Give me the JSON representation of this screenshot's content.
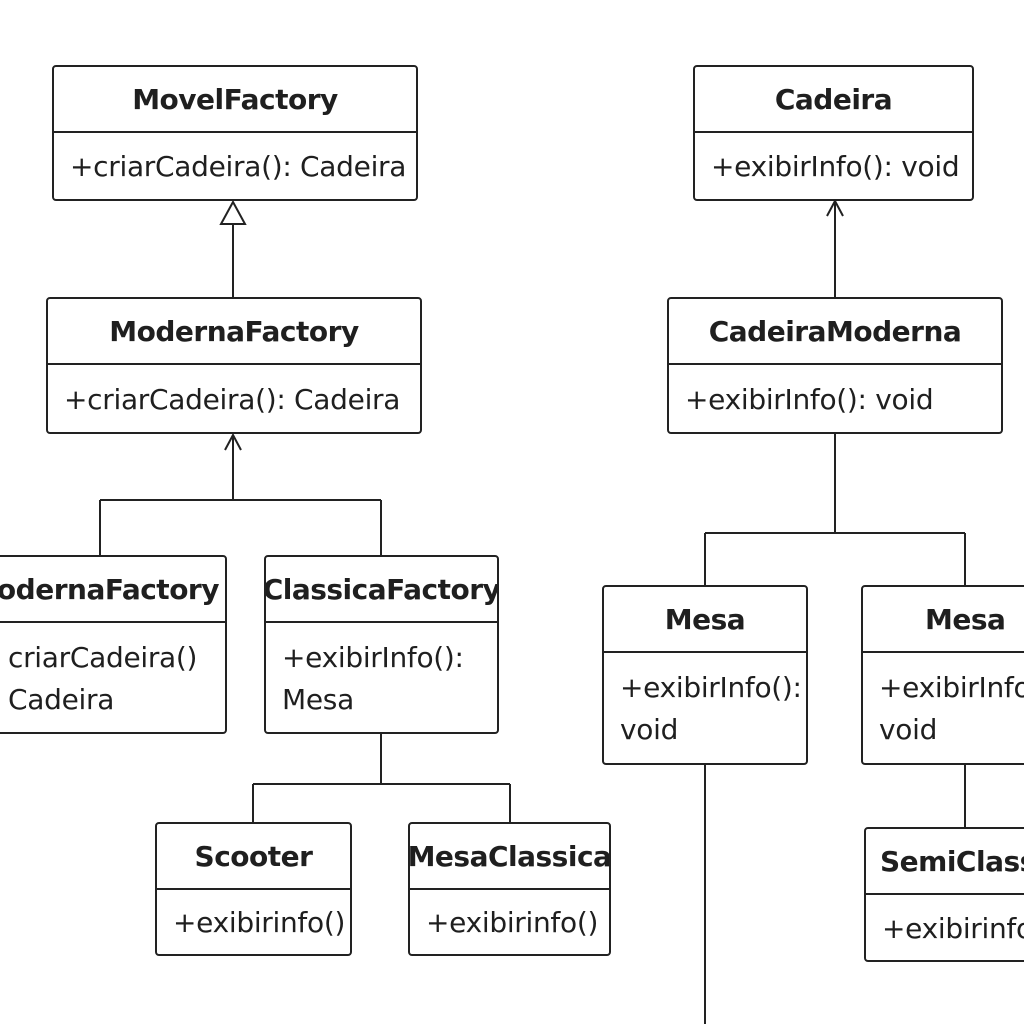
{
  "classes": {
    "movel_factory": {
      "name": "MovelFactory",
      "methods": [
        "+criarCadeira(): Cadeira"
      ]
    },
    "cadeira": {
      "name": "Cadeira",
      "methods": [
        "+exibirInfo(): void"
      ]
    },
    "moderna_factory_top": {
      "name": "ModernaFactory",
      "methods": [
        "+criarCadeira(): Cadeira"
      ]
    },
    "cadeira_moderna": {
      "name": "CadeiraModerna",
      "methods": [
        "+exibirInfo(): void"
      ]
    },
    "moderna_factory_left": {
      "name": "ModernaFactory",
      "methods": [
        "criarCadeira()",
        "Cadeira"
      ]
    },
    "classica_factory": {
      "name": "ClassicaFactory",
      "methods": [
        "+exibirInfo():",
        "Mesa"
      ]
    },
    "mesa_left": {
      "name": "Mesa",
      "methods": [
        "+exibirInfo():",
        "void"
      ]
    },
    "mesa_right": {
      "name": "Mesa",
      "methods": [
        "+exibirInfo",
        "void"
      ]
    },
    "scooter": {
      "name": "Scooter",
      "methods": [
        "+exibirinfo()"
      ]
    },
    "mesa_classica": {
      "name": "MesaClassica",
      "methods": [
        "+exibirinfo()"
      ]
    },
    "semi_classica": {
      "name": "SemiClass",
      "methods": [
        "+exibirinfo"
      ]
    }
  }
}
